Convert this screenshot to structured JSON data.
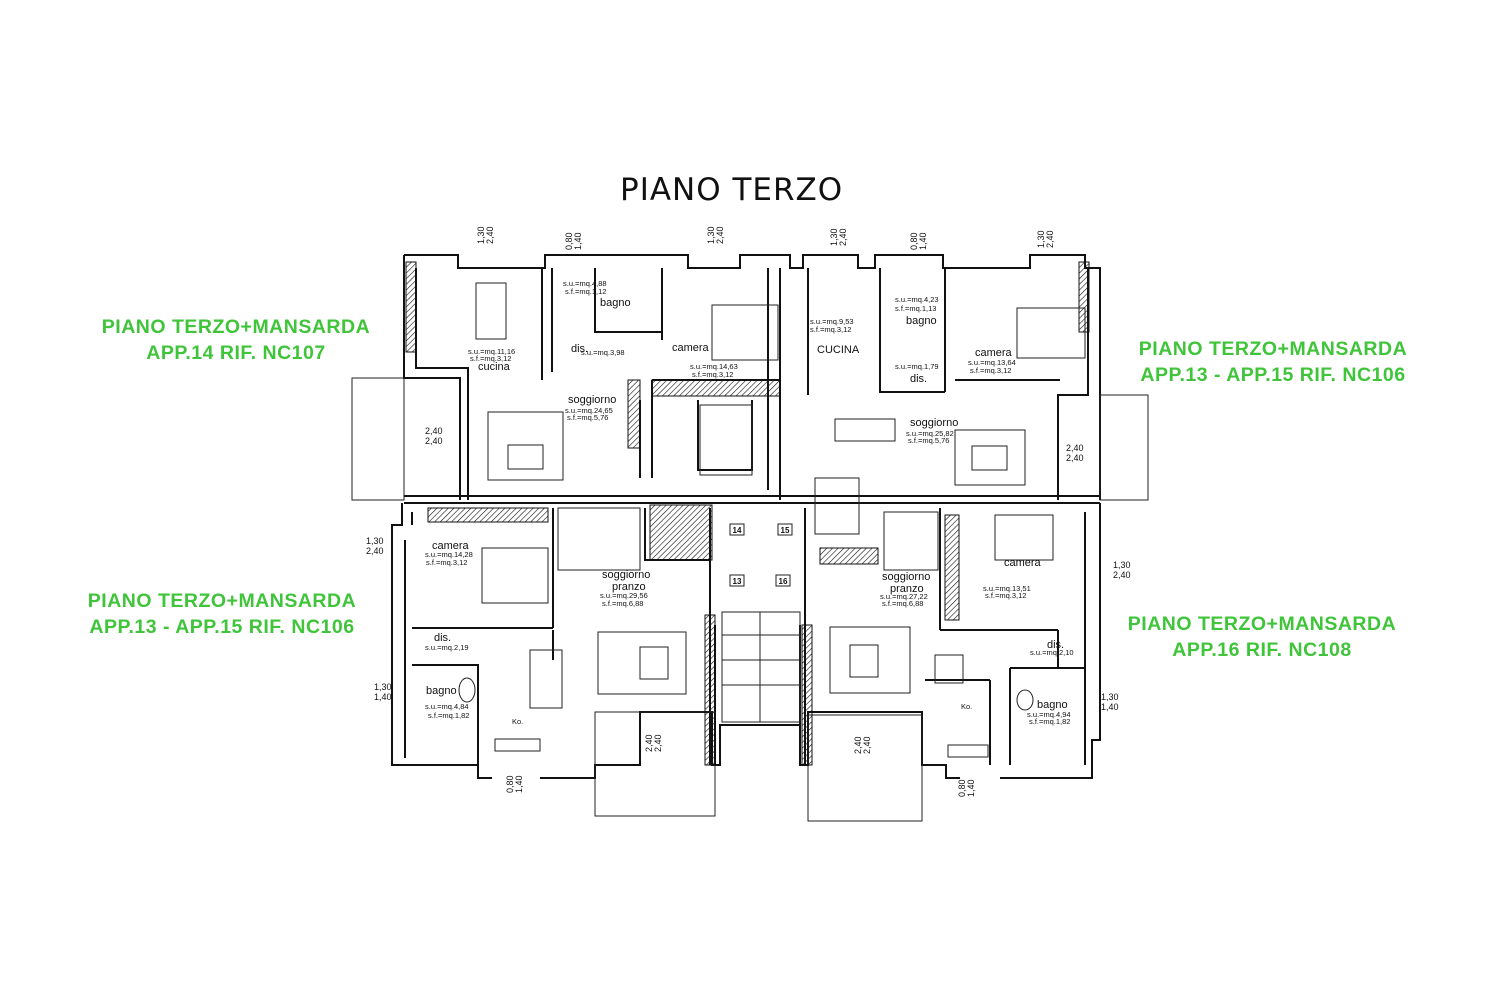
{
  "title": "PIANO TERZO",
  "labels": {
    "top_left": {
      "line1": "PIANO TERZO+MANSARDA",
      "line2": "APP.14 RIF. NC107"
    },
    "top_right": {
      "line1": "PIANO TERZO+MANSARDA",
      "line2": "APP.13 - APP.15 RIF. NC106"
    },
    "bottom_left": {
      "line1": "PIANO TERZO+MANSARDA",
      "line2": "APP.13 - APP.15 RIF. NC106"
    },
    "bottom_right": {
      "line1": "PIANO TERZO+MANSARDA",
      "line2": "APP.16 RIF. NC108"
    }
  },
  "label_color": "#3fc43a",
  "rooms": {
    "tl": {
      "cucina": {
        "name": "cucina",
        "su": "s.u.=mq.11,16",
        "sf": "s.f.=mq.3,12"
      },
      "bagno": {
        "name": "bagno",
        "su": "s.u.=mq.4,88",
        "sf": "s.f.=mq.1,12"
      },
      "dis": {
        "name": "dis.",
        "su": "s.u.=mq.3,98"
      },
      "camera": {
        "name": "camera",
        "su": "s.u.=mq.14,63",
        "sf": "s.f.=mq.3,12"
      },
      "soggiorno": {
        "name": "soggiorno",
        "su": "s.u.=mq.24,65",
        "sf": "s.f.=mq.5,76"
      }
    },
    "tr": {
      "cucina": {
        "name": "CUCINA",
        "su": "s.u.=mq.9,53",
        "sf": "s.f.=mq.3,12"
      },
      "bagno": {
        "name": "bagno",
        "su": "s.u.=mq.4,23",
        "sf": "s.f.=mq.1,13"
      },
      "dis": {
        "name": "dis.",
        "su": "s.u.=mq.1,79"
      },
      "camera": {
        "name": "camera",
        "su": "s.u.=mq.13,64",
        "sf": "s.f.=mq.3,12"
      },
      "soggiorno": {
        "name": "soggiorno",
        "su": "s.u.=mq.25,82",
        "sf": "s.f.=mq.5,76"
      }
    },
    "bl": {
      "camera": {
        "name": "camera",
        "su": "s.u.=mq.14,28",
        "sf": "s.f.=mq.3,12"
      },
      "dis": {
        "name": "dis.",
        "su": "s.u.=mq.2,19"
      },
      "bagno": {
        "name": "bagno",
        "su": "s.u.=mq.4,84",
        "sf": "s.f.=mq.1,82"
      },
      "soggiorno": {
        "name1": "soggiorno",
        "name2": "pranzo",
        "su": "s.u.=mq.29,56",
        "sf": "s.f.=mq.6,88"
      },
      "ko": "Ko."
    },
    "br": {
      "camera": {
        "name": "camera",
        "su": "s.u.=mq.13,51",
        "sf": "s.f.=mq.3,12"
      },
      "dis": {
        "name": "dis.",
        "su": "s.u.=mq.2,10"
      },
      "bagno": {
        "name": "bagno",
        "su": "s.u.=mq.4,94",
        "sf": "s.f.=mq.1,82"
      },
      "soggiorno": {
        "name1": "soggiorno",
        "name2": "pranzo",
        "su": "s.u.=mq.27,22",
        "sf": "s.f.=mq.6,88"
      },
      "ko": "Ko."
    }
  },
  "dims": {
    "w130_240": {
      "a": "1,30",
      "b": "2,40"
    },
    "w080_140": {
      "a": "0,80",
      "b": "1,40"
    },
    "w130_140": {
      "a": "1,30",
      "b": "1,40"
    },
    "w240_240": {
      "a": "2,40",
      "b": "2,40"
    }
  },
  "core": {
    "d14": "14",
    "d15": "15",
    "d13": "13",
    "d16": "16"
  }
}
